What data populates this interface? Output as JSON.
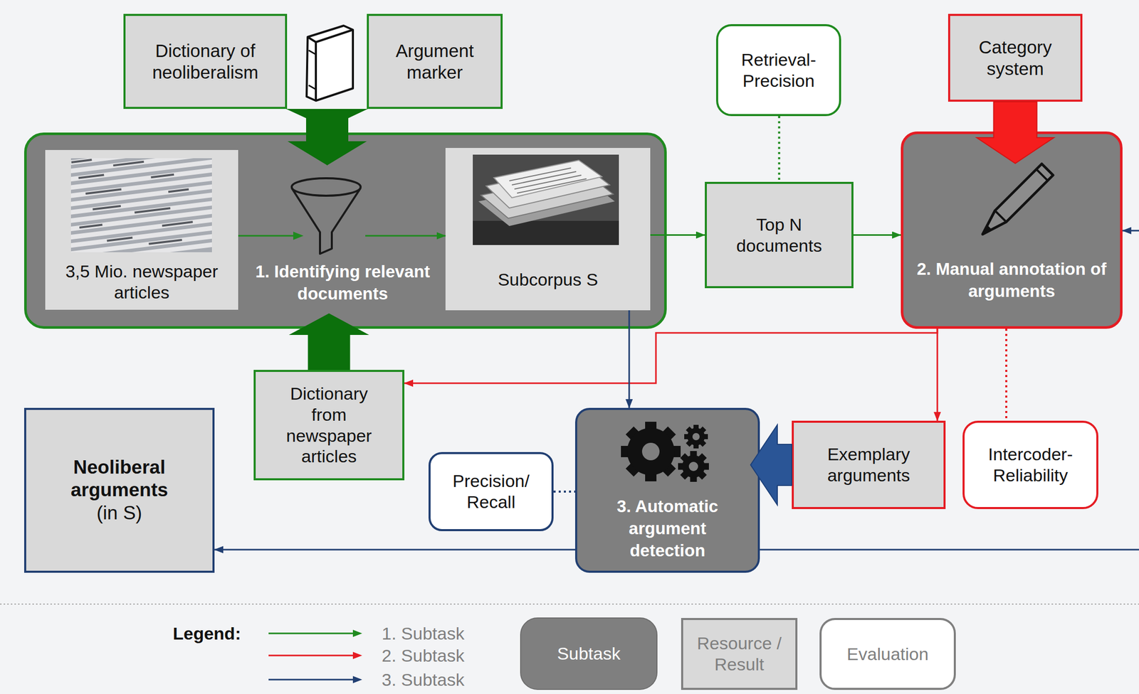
{
  "diagram": {
    "nodes": [
      {
        "text": [
          "Dictionary of neoliberalism"
        ]
      },
      {
        "text": [
          "Argument marker"
        ]
      },
      {
        "text": [
          "Retrieval- Precision"
        ]
      },
      {
        "text": [
          "Category system"
        ]
      },
      {
        "text": [
          "1. Identifying relevant documents"
        ]
      },
      {
        "text": [
          "3,5 Mio. newspaper articles"
        ],
        "in": 4
      },
      {
        "text": [
          "Subcorpus S"
        ],
        "in": 4
      },
      {
        "text": [
          "Top N documents"
        ]
      },
      {
        "text": [
          "2. Manual annotation of arguments"
        ]
      },
      {
        "text": [
          "Dictionary from newspaper articles"
        ]
      },
      {
        "text": [
          "Neoliberal arguments",
          "(in S)"
        ]
      },
      {
        "text": [
          "Precision/ Recall"
        ]
      },
      {
        "text": [
          "3. Automatic argument detection"
        ]
      },
      {
        "text": [
          "Exemplary arguments"
        ]
      },
      {
        "text": [
          "Intercoder- Reliability"
        ]
      }
    ],
    "edges": [
      {
        "from": 0,
        "to": 4,
        "arrow": "to"
      },
      {
        "from": 1,
        "to": 4,
        "arrow": "to"
      },
      {
        "from": 9,
        "to": 4,
        "arrow": "to"
      },
      {
        "from": 5,
        "to": 6,
        "arrow": "to"
      },
      {
        "from": 6,
        "to": 7,
        "arrow": "to"
      },
      {
        "from": 7,
        "to": 8,
        "arrow": "to"
      },
      {
        "from": 2,
        "to": 7,
        "arrow": "none"
      },
      {
        "from": 3,
        "to": 8,
        "arrow": "to"
      },
      {
        "from": 8,
        "to": 9,
        "arrow": "to"
      },
      {
        "from": 8,
        "to": 13,
        "arrow": "to"
      },
      {
        "from": 8,
        "to": 14,
        "arrow": "none"
      },
      {
        "from": 6,
        "to": 12,
        "arrow": "to"
      },
      {
        "from": 13,
        "to": 12,
        "arrow": "to"
      },
      {
        "from": 11,
        "to": 12,
        "arrow": "none"
      },
      {
        "from": 12,
        "to": 10,
        "arrow": "to"
      },
      {
        "from": 12,
        "to": 8,
        "arrow": "to"
      }
    ],
    "labels": [
      "Legend:"
    ],
    "legend": [
      {
        "text": "1. Subtask"
      },
      {
        "text": "2. Subtask"
      },
      {
        "text": "3. Subtask"
      },
      {
        "text": "Subtask"
      },
      {
        "text": "Resource / Result"
      },
      {
        "text": "Evaluation"
      }
    ]
  }
}
